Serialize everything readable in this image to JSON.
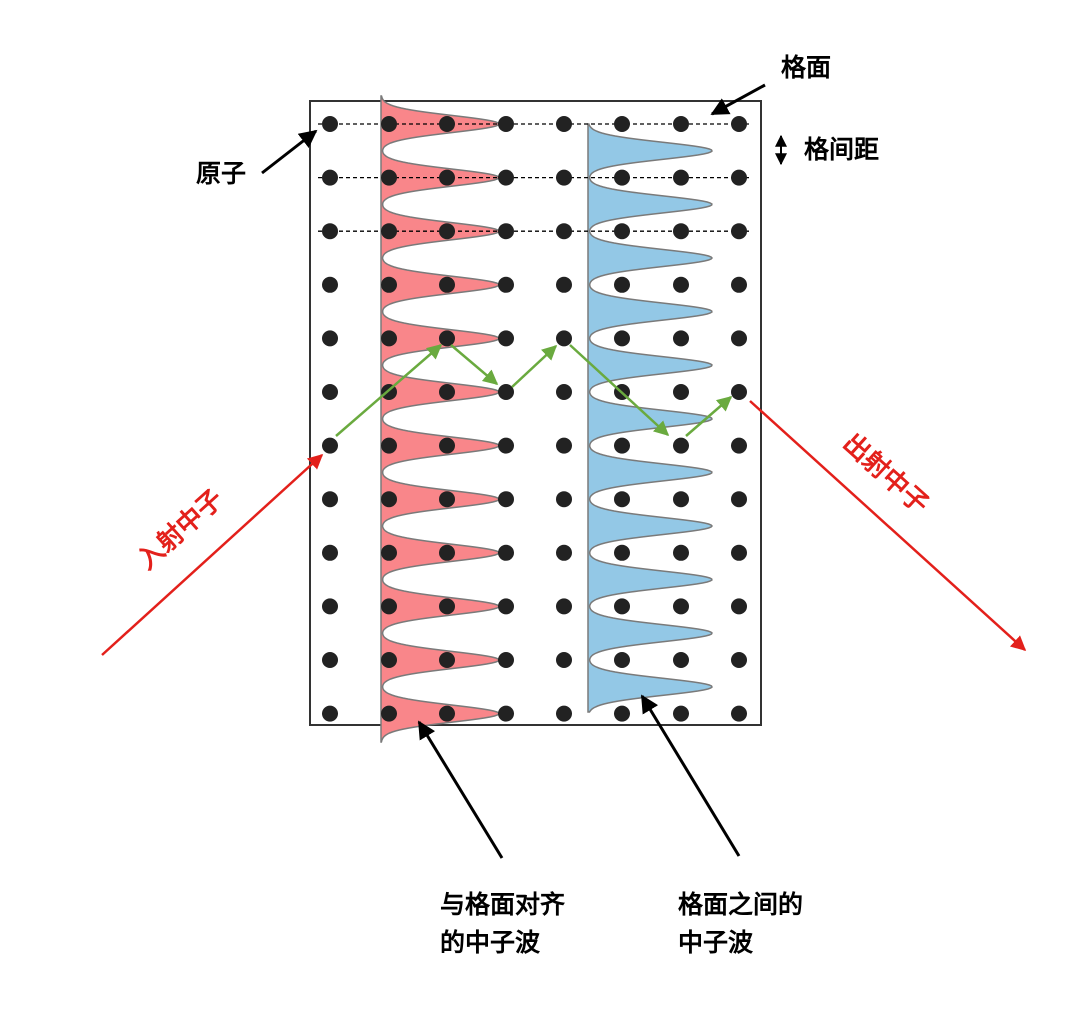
{
  "labels": {
    "lattice_plane": "格面",
    "lattice_spacing": "格间距",
    "atom": "原子",
    "incident_neutron": "入射中子",
    "outgoing_neutron": "出射中子",
    "aligned_wave_line1": "与格面对齐",
    "aligned_wave_line2": "的中子波",
    "between_wave_line1": "格面之间的",
    "between_wave_line2": "中子波"
  },
  "colors": {
    "aligned_wave_fill": "#f9868a",
    "between_wave_fill": "#93c8e6",
    "wave_outline": "#7a7a7a",
    "neutron_arrow": "#e3201b",
    "path_arrow": "#6aaa3f",
    "atom": "#222222",
    "frame": "#333333"
  },
  "lattice": {
    "rows": 12,
    "columns": 8,
    "dashed_plane_rows": 3
  }
}
